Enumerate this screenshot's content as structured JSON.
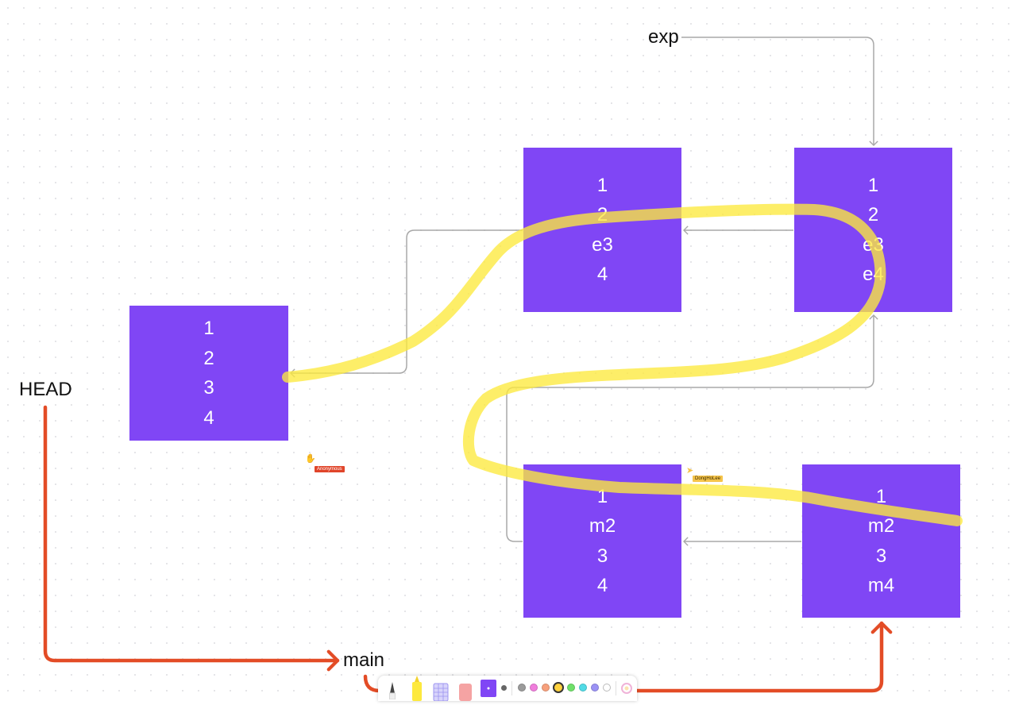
{
  "board": {
    "labels": {
      "exp": "exp",
      "head": "HEAD",
      "main": "main"
    },
    "nodes": [
      {
        "id": "base",
        "lines": [
          "1",
          "2",
          "3",
          "4"
        ]
      },
      {
        "id": "exp1",
        "lines": [
          "1",
          "2",
          "e3",
          "4"
        ]
      },
      {
        "id": "exp2",
        "lines": [
          "1",
          "2",
          "e3",
          "e4"
        ]
      },
      {
        "id": "main1",
        "lines": [
          "1",
          "m2",
          "3",
          "4"
        ]
      },
      {
        "id": "main2",
        "lines": [
          "1",
          "m2",
          "3",
          "m4"
        ]
      }
    ]
  },
  "cursors": [
    {
      "name": "Anonymous",
      "color": "#e0452a",
      "icon": "hand-pointer-icon"
    },
    {
      "name": "DongHoLee",
      "color": "#f5c44a",
      "icon": "arrow-pointer-icon"
    }
  ],
  "toolbar": {
    "tools": [
      "pen-tool",
      "highlighter-tool",
      "shape-fill-tool",
      "eraser-tool",
      "active-color-tool",
      "stroke-size-tool"
    ],
    "colors": [
      "#9b9b9b",
      "#f07ddc",
      "#f7a07c",
      "#ffd23f",
      "#6fe06a",
      "#52dbe6",
      "#9b92f5",
      "#ffffff"
    ],
    "selected_color": "#ffd23f",
    "active_color": "#8046f5"
  },
  "theme": {
    "node_color": "#8046f5",
    "connector_color": "#a8a8a8",
    "head_arrow_color": "#e34c26",
    "highlight_color": "#fde93e"
  }
}
